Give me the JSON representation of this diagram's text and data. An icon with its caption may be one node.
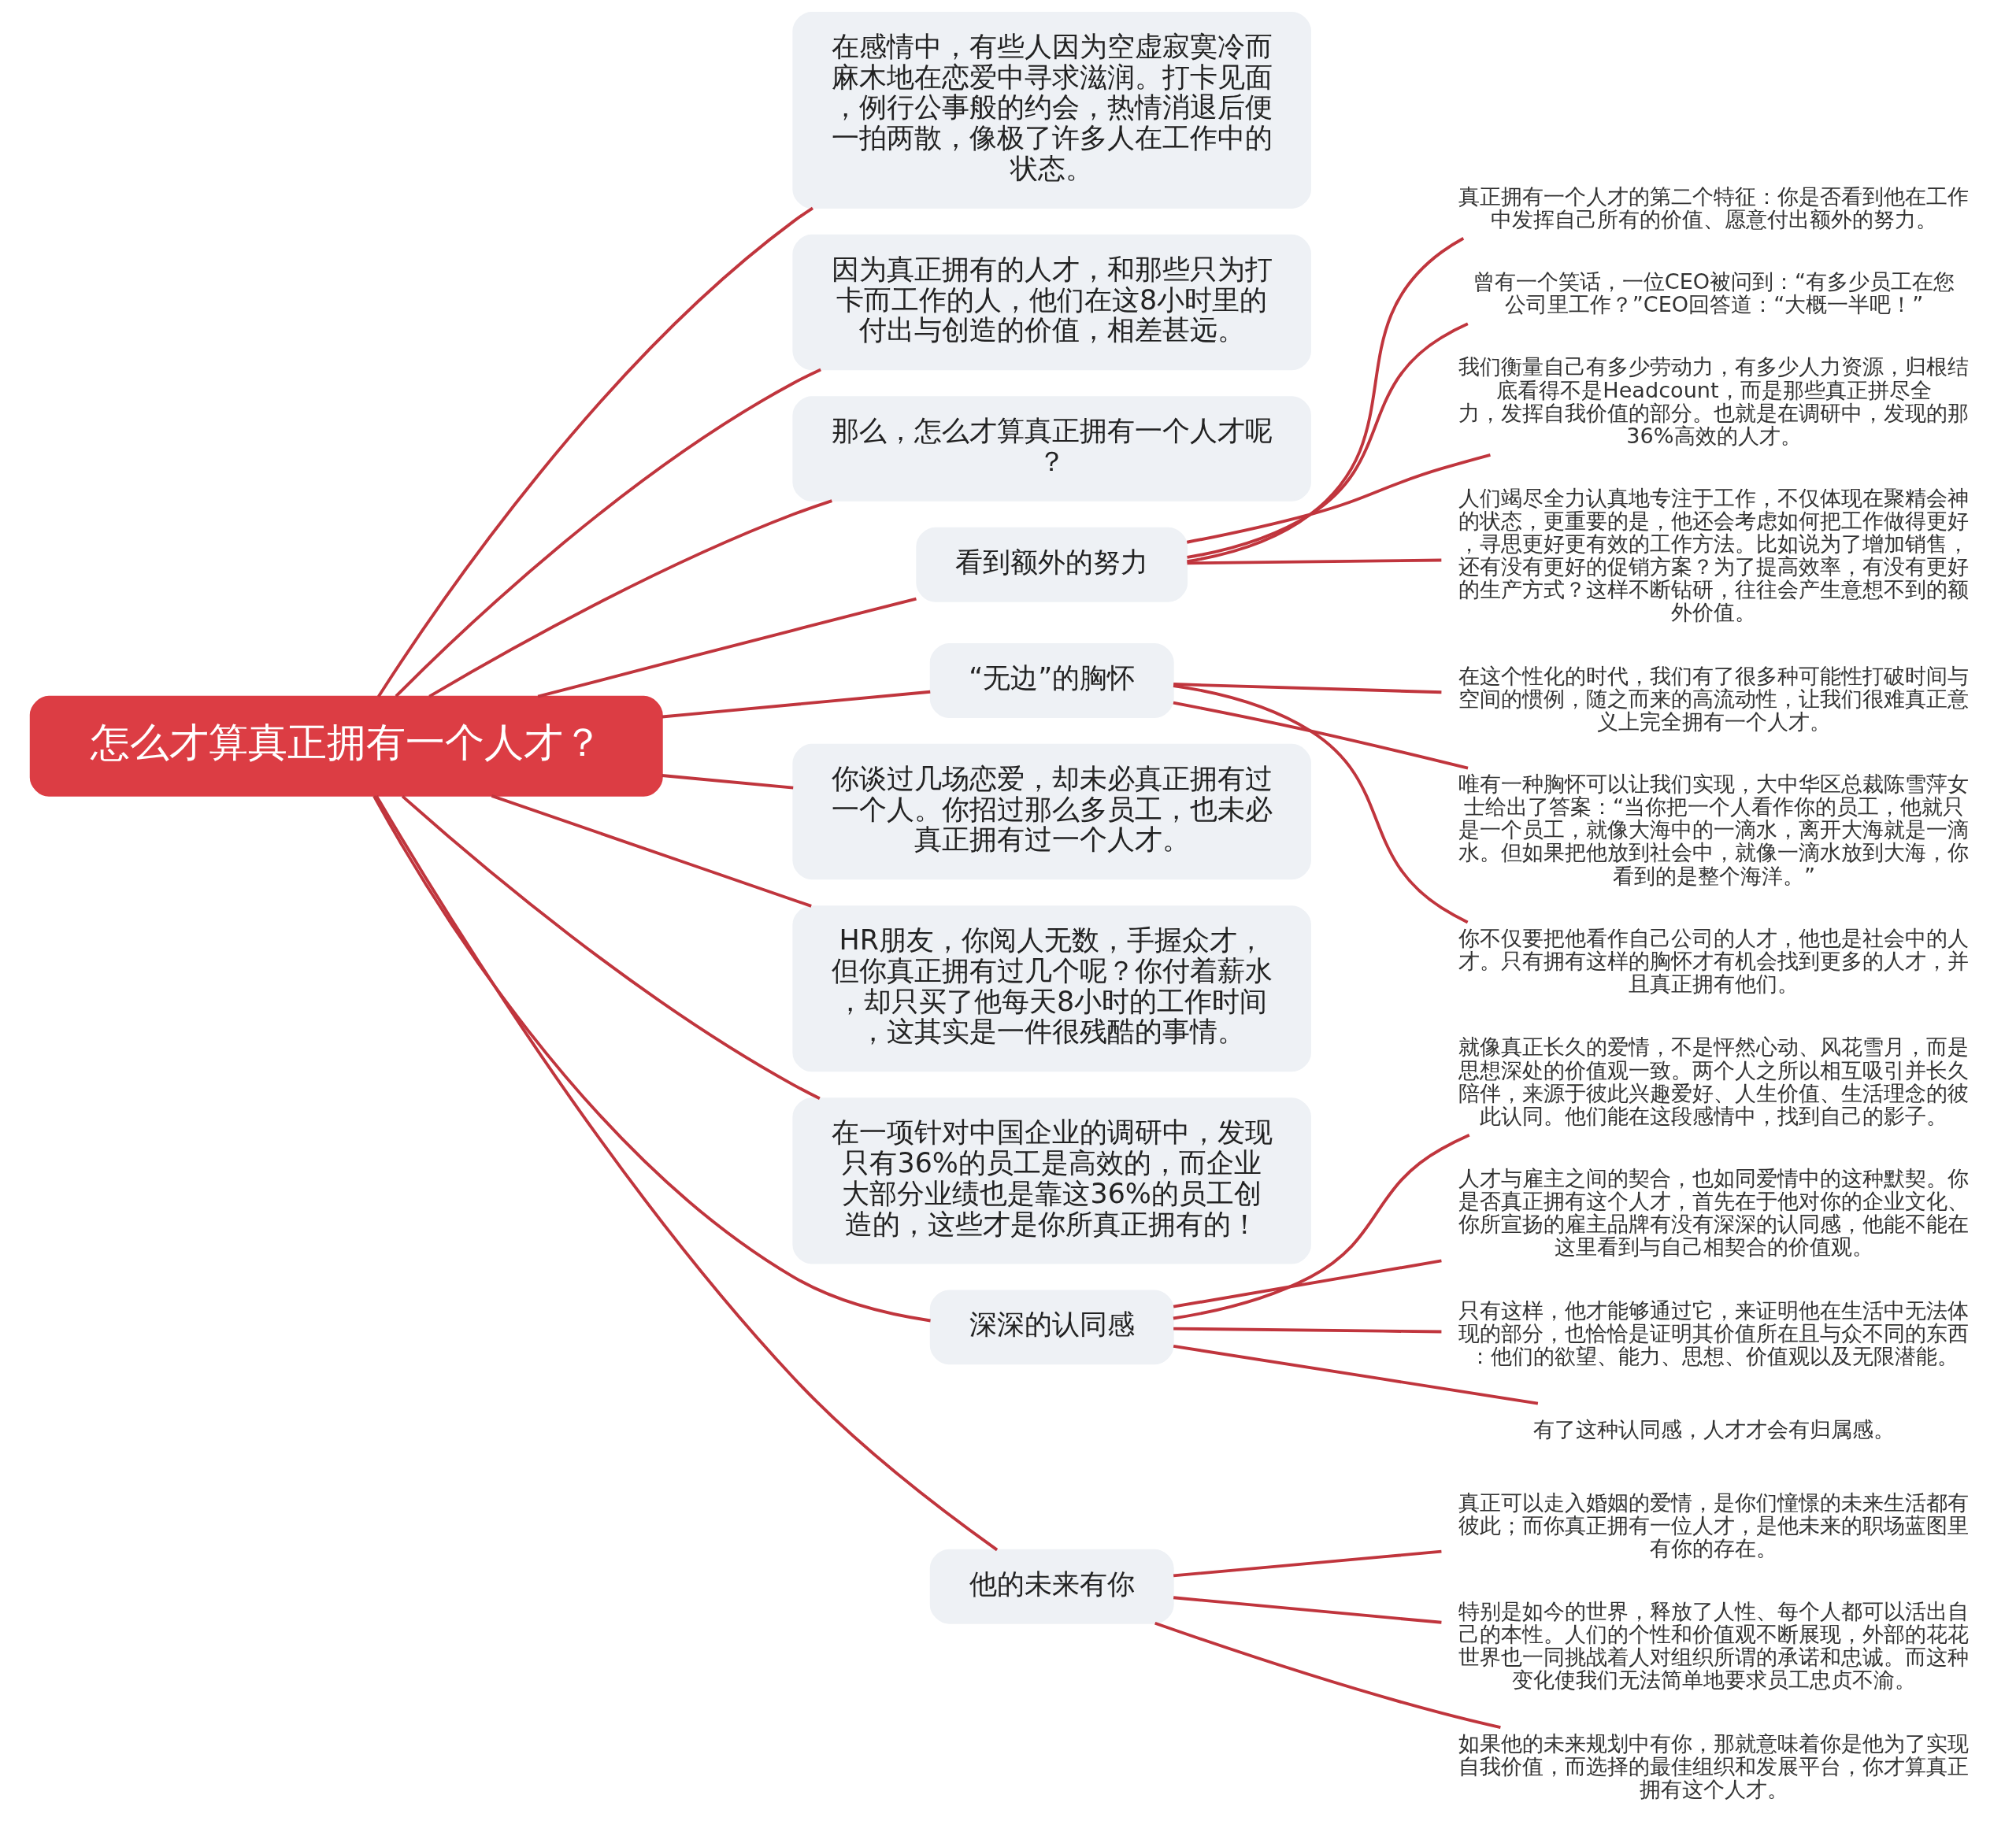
{
  "diagram": {
    "nodes": [
      {
        "text": [
          "怎么才算真正拥有一个人才？"
        ]
      },
      {
        "text": [
          "在感情中，有些人因为空虚寂寞冷而麻木地在恋爱中寻求滋润。打卡见面，例行公事般的约会，热情消退后便一拍两散，像极了许多人在工作中的状态。"
        ]
      },
      {
        "text": [
          "因为真正拥有的人才，和那些只为打卡而工作的人，他们在这8小时里的付出与创造的价值，相差甚远。"
        ]
      },
      {
        "text": [
          "那么，怎么才算真正拥有一个人才呢？"
        ]
      },
      {
        "text": [
          "看到额外的努力"
        ]
      },
      {
        "text": [
          "真正拥有一个人才的第二个特征：你是否看到他在工作中发挥自己所有的价值、愿意付出额外的努力。"
        ]
      },
      {
        "text": [
          "曾有一个笑话，一位CEO被问到：“有多少员工在您公司里工作？”CEO回答道：“大概一半吧！”"
        ]
      },
      {
        "text": [
          "我们衡量自己有多少劳动力，有多少人力资源，归根结底看得不是Headcount，而是那些真正拼尽全力，发挥自我价值的部分。也就是在调研中，发现的那36%高效的人才。"
        ]
      },
      {
        "text": [
          "人们竭尽全力认真地专注于工作，不仅体现在聚精会神的状态，更重要的是，他还会考虑如何把工作做得更好，寻思更好更有效的工作方法。比如说为了增加销售，还有没有更好的促销方案？为了提高效率，有没有更好的生产方式？这样不断钻研，往往会产生意想不到的额外价值。"
        ]
      },
      {
        "text": [
          "“无边”的胸怀"
        ]
      },
      {
        "text": [
          "在这个性化的时代，我们有了很多种可能性打破时间与空间的惯例，随之而来的高流动性，让我们很难真正意义上完全拥有一个人才。"
        ]
      },
      {
        "text": [
          "唯有一种胸怀可以让我们实现，大中华区总裁陈雪萍女士给出了答案：“当你把一个人看作你的员工，他就只是一个员工，就像大海中的一滴水，离开大海就是一滴水。但如果把他放到社会中，就像一滴水放到大海，你看到的是整个海洋。”"
        ]
      },
      {
        "text": [
          "你不仅要把他看作自己公司的人才，他也是社会中的人才。只有拥有这样的胸怀才有机会找到更多的人才，并且真正拥有他们。"
        ]
      },
      {
        "text": [
          "你谈过几场恋爱，却未必真正拥有过一个人。你招过那么多员工，也未必真正拥有过一个人才。"
        ]
      },
      {
        "text": [
          "HR朋友，你阅人无数，手握众才，但你真正拥有过几个呢？你付着薪水，却只买了他每天8小时的工作时间，这其实是一件很残酷的事情。"
        ]
      },
      {
        "text": [
          "在一项针对中国企业的调研中，发现只有36%的员工是高效的，而企业大部分业绩也是靠这36%的员工创造的，这些才是你所真正拥有的！"
        ]
      },
      {
        "text": [
          "深深的认同感"
        ]
      },
      {
        "text": [
          "就像真正长久的爱情，不是怦然心动、风花雪月，而是思想深处的价值观一致。两个人之所以相互吸引并长久陪伴，来源于彼此兴趣爱好、人生价值、生活理念的彼此认同。他们能在这段感情中，找到自己的影子。"
        ]
      },
      {
        "text": [
          "人才与雇主之间的契合，也如同爱情中的这种默契。你是否真正拥有这个人才，首先在于他对你的企业文化、你所宣扬的雇主品牌有没有深深的认同感，他能不能在这里看到与自己相契合的价值观。"
        ]
      },
      {
        "text": [
          "只有这样，他才能够通过它，来证明他在生活中无法体现的部分，也恰恰是证明其价值所在且与众不同的东西：他们的欲望、能力、思想、价值观以及无限潜能。"
        ]
      },
      {
        "text": [
          "有了这种认同感，人才才会有归属感。"
        ]
      },
      {
        "text": [
          "他的未来有你"
        ]
      },
      {
        "text": [
          "真正可以走入婚姻的爱情，是你们憧憬的未来生活都有彼此；而你真正拥有一位人才，是他未来的职场蓝图里有你的存在。"
        ]
      },
      {
        "text": [
          "特别是如今的世界，释放了人性、每个人都可以活出自己的本性。人们的个性和价值观不断展现，外部的花花世界也一同挑战着人对组织所谓的承诺和忠诚。而这种变化使我们无法简单地要求员工忠贞不渝。"
        ]
      },
      {
        "text": [
          "如果他的未来规划中有你，那就意味着你是他为了实现自我价值，而选择的最佳组织和发展平台，你才算真正拥有这个人才。"
        ]
      }
    ],
    "edges": [
      {
        "from": 0,
        "to": 1,
        "arrow": "none"
      },
      {
        "from": 0,
        "to": 2,
        "arrow": "none"
      },
      {
        "from": 0,
        "to": 3,
        "arrow": "none"
      },
      {
        "from": 0,
        "to": 4,
        "arrow": "none"
      },
      {
        "from": 4,
        "to": 5,
        "arrow": "none"
      },
      {
        "from": 4,
        "to": 6,
        "arrow": "none"
      },
      {
        "from": 4,
        "to": 7,
        "arrow": "none"
      },
      {
        "from": 4,
        "to": 8,
        "arrow": "none"
      },
      {
        "from": 0,
        "to": 9,
        "arrow": "none"
      },
      {
        "from": 9,
        "to": 10,
        "arrow": "none"
      },
      {
        "from": 9,
        "to": 11,
        "arrow": "none"
      },
      {
        "from": 9,
        "to": 12,
        "arrow": "none"
      },
      {
        "from": 0,
        "to": 13,
        "arrow": "none"
      },
      {
        "from": 0,
        "to": 14,
        "arrow": "none"
      },
      {
        "from": 0,
        "to": 15,
        "arrow": "none"
      },
      {
        "from": 0,
        "to": 16,
        "arrow": "none"
      },
      {
        "from": 16,
        "to": 17,
        "arrow": "none"
      },
      {
        "from": 16,
        "to": 18,
        "arrow": "none"
      },
      {
        "from": 16,
        "to": 19,
        "arrow": "none"
      },
      {
        "from": 16,
        "to": 20,
        "arrow": "none"
      },
      {
        "from": 0,
        "to": 21,
        "arrow": "none"
      },
      {
        "from": 21,
        "to": 22,
        "arrow": "none"
      },
      {
        "from": 21,
        "to": 23,
        "arrow": "none"
      },
      {
        "from": 21,
        "to": 24,
        "arrow": "none"
      }
    ]
  }
}
